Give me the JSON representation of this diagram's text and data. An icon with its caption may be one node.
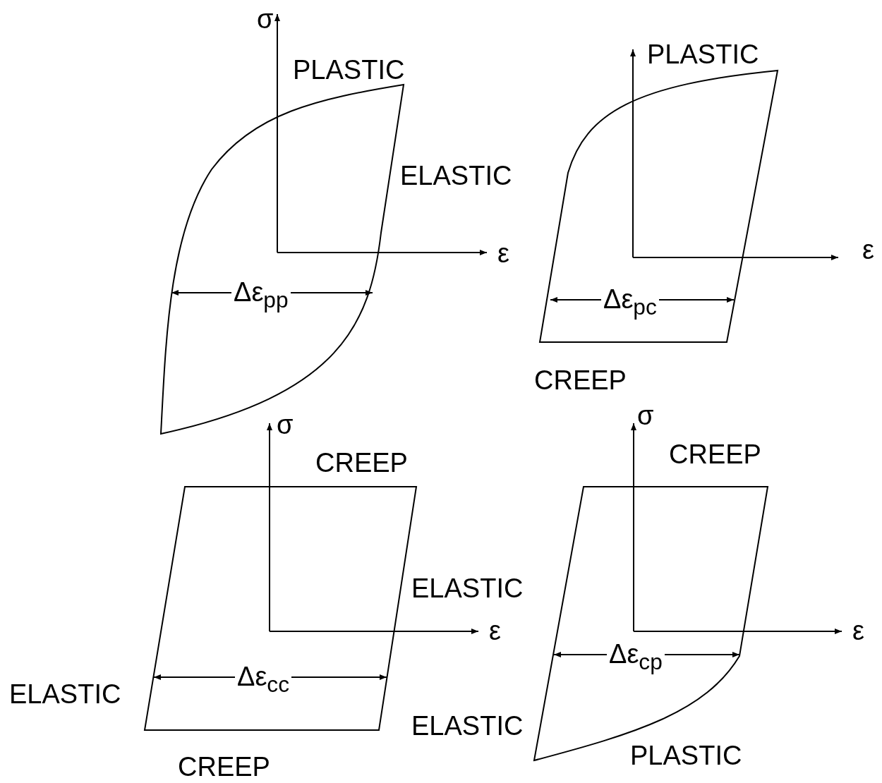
{
  "diagram": {
    "labels": [
      "σ",
      "PLASTIC",
      "ELASTIC",
      "ε",
      "Δε$_{pp}$",
      "PLASTIC",
      "ε",
      "Δε$_{pc}$",
      "CREEP",
      "σ",
      "CREEP",
      "ELASTIC",
      "ε",
      "ELASTIC",
      "Δε$_{cc}$",
      "CREEP",
      "σ",
      "CREEP",
      "ε",
      "Δε$_{cp}$",
      "ELASTIC",
      "PLASTIC"
    ]
  }
}
